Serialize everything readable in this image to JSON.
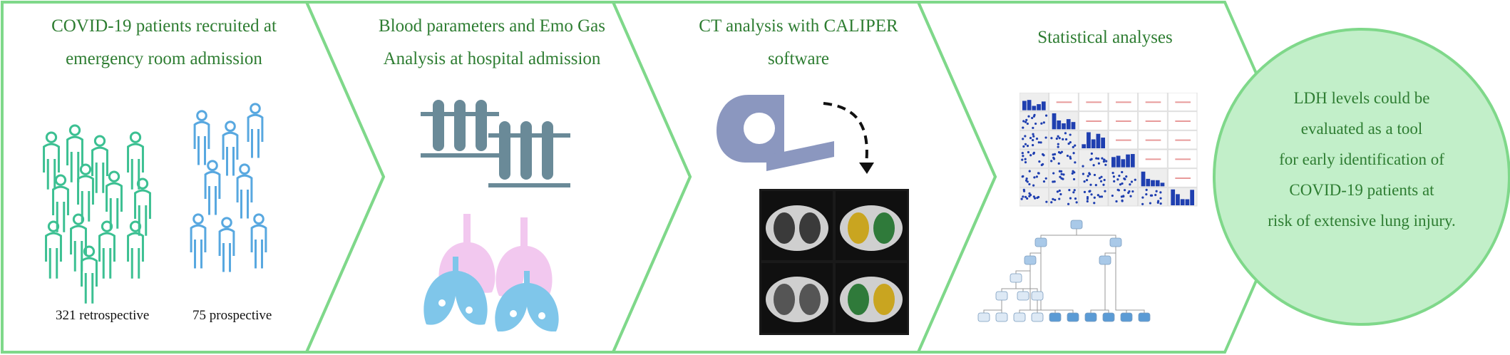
{
  "colors": {
    "border": "#7fd88a",
    "text": "#2e7d32",
    "people_green": "#3cc092",
    "people_blue": "#58a8e0",
    "tube": "#6a8a98",
    "lung_pink": "#f2c8ef",
    "lung_blue": "#7fc6ea",
    "scanner": "#8b97bf",
    "circle_fill": "#c2efc9"
  },
  "steps": [
    {
      "title_lines": [
        "COVID-19 patients recruited at",
        "emergency room admission"
      ],
      "captions": [
        "321 retrospective",
        "75 prospective"
      ]
    },
    {
      "title_lines": [
        "Blood parameters and Emo Gas",
        "Analysis at hospital admission"
      ]
    },
    {
      "title_lines": [
        "CT analysis  with CALIPER",
        "software"
      ]
    },
    {
      "title_lines": [
        "Statistical analyses"
      ]
    }
  ],
  "conclusion_lines": [
    "LDH levels could be",
    "evaluated as a tool",
    "for early identification of",
    "COVID-19 patients at",
    "risk of extensive lung injury."
  ],
  "icons": [
    "people-group-icon",
    "test-tubes-icon",
    "lungs-icon",
    "ct-scanner-icon",
    "arrow-icon",
    "ct-scan-images",
    "scatter-matrix-chart",
    "decision-tree-chart"
  ]
}
